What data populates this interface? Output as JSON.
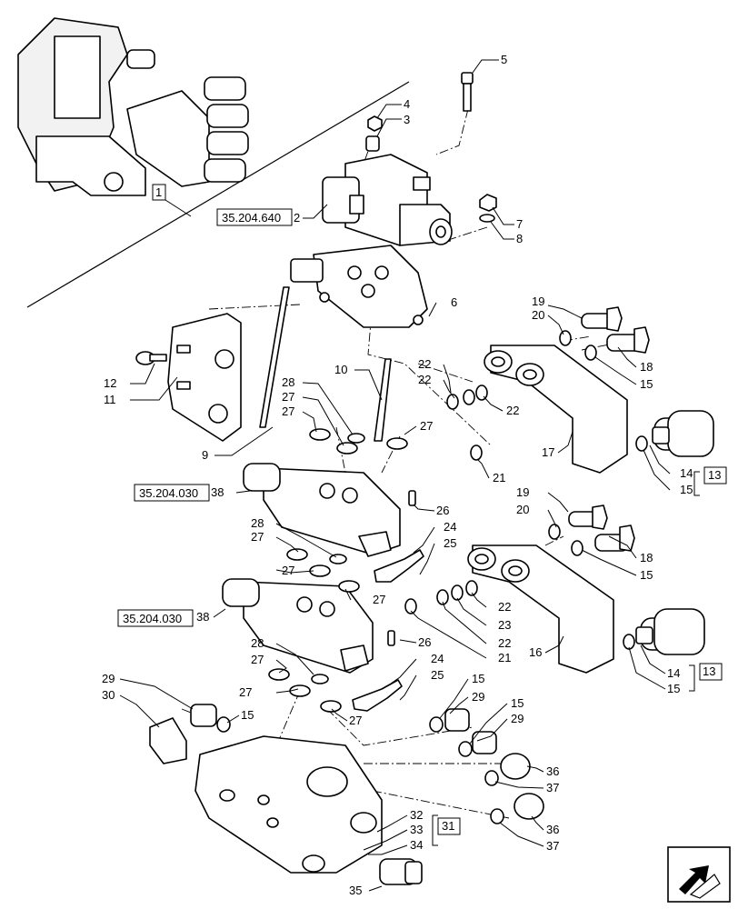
{
  "callouts": {
    "c1": "1",
    "c2": "2",
    "c3": "3",
    "c4": "4",
    "c5": "5",
    "c6": "6",
    "c7": "7",
    "c8": "8",
    "c9": "9",
    "c10": "10",
    "c11": "11",
    "c12": "12",
    "c13a": "13",
    "c13b": "13",
    "c14a": "14",
    "c14b": "14",
    "c15": "15",
    "c16": "16",
    "c17": "17",
    "c18": "18",
    "c19": "19",
    "c20": "20",
    "c21": "21",
    "c22": "22",
    "c23": "23",
    "c24": "24",
    "c25": "25",
    "c26": "26",
    "c27": "27",
    "c28": "28",
    "c29": "29",
    "c30": "30",
    "c31": "31",
    "c32": "32",
    "c33": "33",
    "c34": "34",
    "c35": "35",
    "c36": "36",
    "c37": "37",
    "c38": "38"
  },
  "references": {
    "ref_640": "35.204.640",
    "ref_030a": "35.204.030",
    "ref_030b": "35.204.030"
  },
  "icons": {
    "nav": "next-page-arrow-icon"
  }
}
